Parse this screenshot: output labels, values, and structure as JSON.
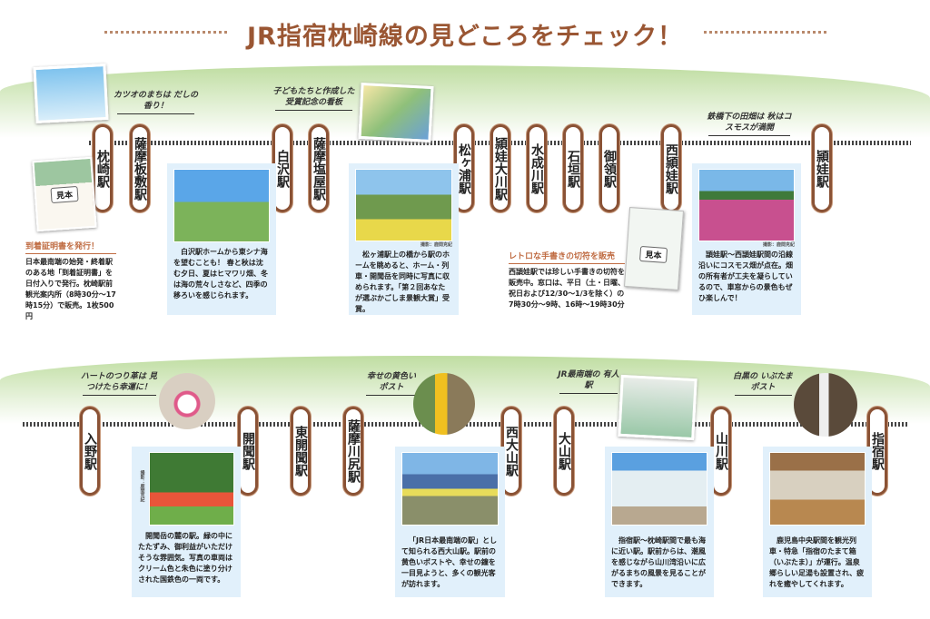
{
  "title": "JR指宿枕崎線の見どころをチェック！",
  "row1": {
    "stations": [
      "枕崎駅",
      "薩摩板敷駅",
      "白沢駅",
      "薩摩塩屋駅",
      "松ヶ浦駅",
      "頴娃大川駅",
      "水成川駅",
      "石垣駅",
      "御領駅",
      "西頴娃駅",
      "頴娃駅"
    ],
    "callouts": [
      "カツオのまちは だしの香り！",
      "子どもたちと作成した 受賞記念の看板",
      "鉄橋下の田畑は 秋はコスモスが満開"
    ],
    "certificate": {
      "sample": "見本",
      "heading": "到着証明書を発行！",
      "text": "日本最南端の始発・終着駅のある地「到着証明書」を日付入りで発行。枕崎駅前観光案内所（8時30分～17時15分）で販売。1枚500円"
    },
    "boxes": [
      {
        "text": "白沢駅ホームから東シナ海を望むことも！ 春と秋は沈む夕日、夏はヒマワリ畑、冬は海の荒々しさなど、四季の移ろいを感じられます。"
      },
      {
        "credit": "撮影：鹿間克紀",
        "text": "松ヶ浦駅上の橋から駅のホームを眺めると、ホーム・列車・開聞岳を同時に写真に収められます。「第２回あなたが選ぶかごしま景観大賞」受賞。"
      },
      {
        "credit": "撮影：鹿間克紀",
        "text": "頴娃駅～西頴娃駅間の沿線沿いにコスモス畑が点在。畑の所有者が工夫を凝らしているので、車窓からの景色もぜひ楽しんで！"
      }
    ],
    "ticket": {
      "sample": "見本",
      "heading": "レトロな手書きの切符を販売",
      "text": "西頴娃駅では珍しい手書きの切符を販売中。窓口は、平日（土・日曜、祝日および12/30～1/3を除く）の7時30分～9時、16時～19時30分"
    }
  },
  "row2": {
    "stations": [
      "入野駅",
      "開聞駅",
      "東開聞駅",
      "薩摩川尻駅",
      "西大山駅",
      "大山駅",
      "山川駅",
      "指宿駅"
    ],
    "callouts": [
      "ハートのつり革は 見つけたら幸運に！",
      "幸せの黄色い ポスト",
      "JR最南端の 有人駅",
      "白黒の いぶたまポスト"
    ],
    "boxes": [
      {
        "credit": "撮影：鹿間克紀",
        "text": "開聞岳の麓の駅。緑の中にたたずみ、御利益がいただけそうな雰囲気。写真の車両はクリーム色と朱色に塗り分けされた国鉄色の一両です。"
      },
      {
        "text": "「JR日本最南端の駅」として知られる西大山駅。駅前の黄色いポストや、幸せの鐘を一目見ようと、多くの観光客が訪れます。"
      },
      {
        "text": "指宿駅～枕崎駅間で最も海に近い駅。駅前からは、潮風を感じながら山川湾沿いに広がるまちの風景を見ることができます。"
      },
      {
        "text": "鹿児島中央駅間を観光列車・特急「指宿のたまて箱（いぶたま）」が運行。温泉郷らしい足湯も設置され、疲れを癒やしてくれます。"
      }
    ]
  },
  "colors": {
    "brand": "#9a5633",
    "box": "#e1f0fb",
    "sign_border": "#8a5235"
  }
}
